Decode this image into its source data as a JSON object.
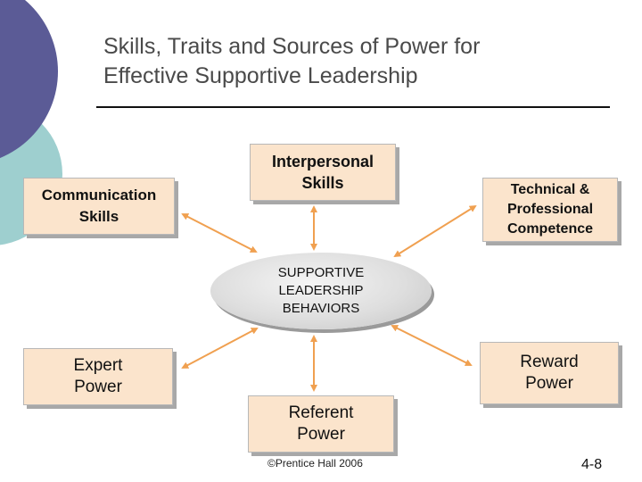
{
  "title": {
    "line1": "Skills, Traits and Sources of Power for",
    "line2": "Effective Supportive Leadership"
  },
  "center": {
    "lines": [
      "SUPPORTIVE",
      "LEADERSHIP",
      "BEHAVIORS"
    ]
  },
  "nodes": {
    "communication": {
      "lines": [
        "Communication",
        "Skills"
      ]
    },
    "interpersonal": {
      "lines": [
        "Interpersonal",
        "Skills"
      ]
    },
    "technical": {
      "lines": [
        "Technical &",
        "Professional",
        "Competence"
      ]
    },
    "expert": {
      "lines": [
        "Expert",
        "Power"
      ]
    },
    "referent": {
      "lines": [
        "Referent",
        "Power"
      ]
    },
    "reward": {
      "lines": [
        "Reward",
        "Power"
      ]
    }
  },
  "footer": {
    "copyright": "©Prentice Hall 2006",
    "page": "4-8"
  },
  "colors": {
    "box_fill": "#fbe4cc",
    "arrow": "#f0a050",
    "title_text": "#4a4a4a",
    "deco_purple": "#5b5b96",
    "deco_teal": "#9ecfcf"
  }
}
